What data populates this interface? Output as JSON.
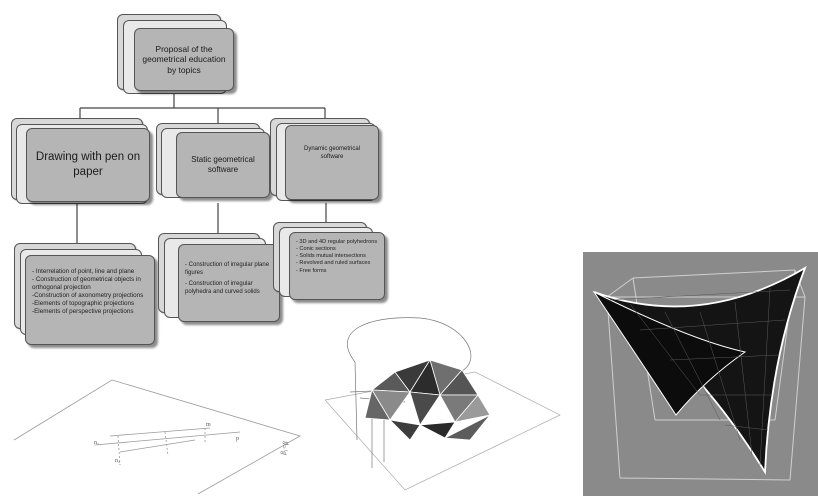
{
  "root": {
    "label": "Proposal of the geometrical education by topics"
  },
  "branches": [
    {
      "label": "Drawing with pen on paper",
      "items": [
        "- Interrelation of point, line and plane",
        "- Construction of geometrical objects in orthogonal projection",
        "-Construction of axonometry projections",
        "-Elements of topographic projections",
        "-Elements of perspective projections"
      ]
    },
    {
      "label": "Static geometrical software",
      "items": [
        "- Construction of irregular plane figures",
        "- Construction of irregular polyhedra and curved solids"
      ]
    },
    {
      "label": "Dynamic geometrical software",
      "items": [
        "- 3D and 4D regular polyhedrons",
        "- Conic sections",
        "- Solids mutual intersections",
        "- Revolved and ruled surfaces",
        "- Free forms"
      ]
    }
  ],
  "sketch_labels": {
    "p1": "n₁",
    "p2": "n₂",
    "p3": "m",
    "p4": "p",
    "side": "β₁=β"
  },
  "colors": {
    "box_front": "#b5b5b5",
    "box_back": "#d8d8d8",
    "connector": "#444444",
    "surface_panel": "#8a8a8a",
    "surface_fill": "#141414",
    "surface_edge": "#ffffff"
  }
}
